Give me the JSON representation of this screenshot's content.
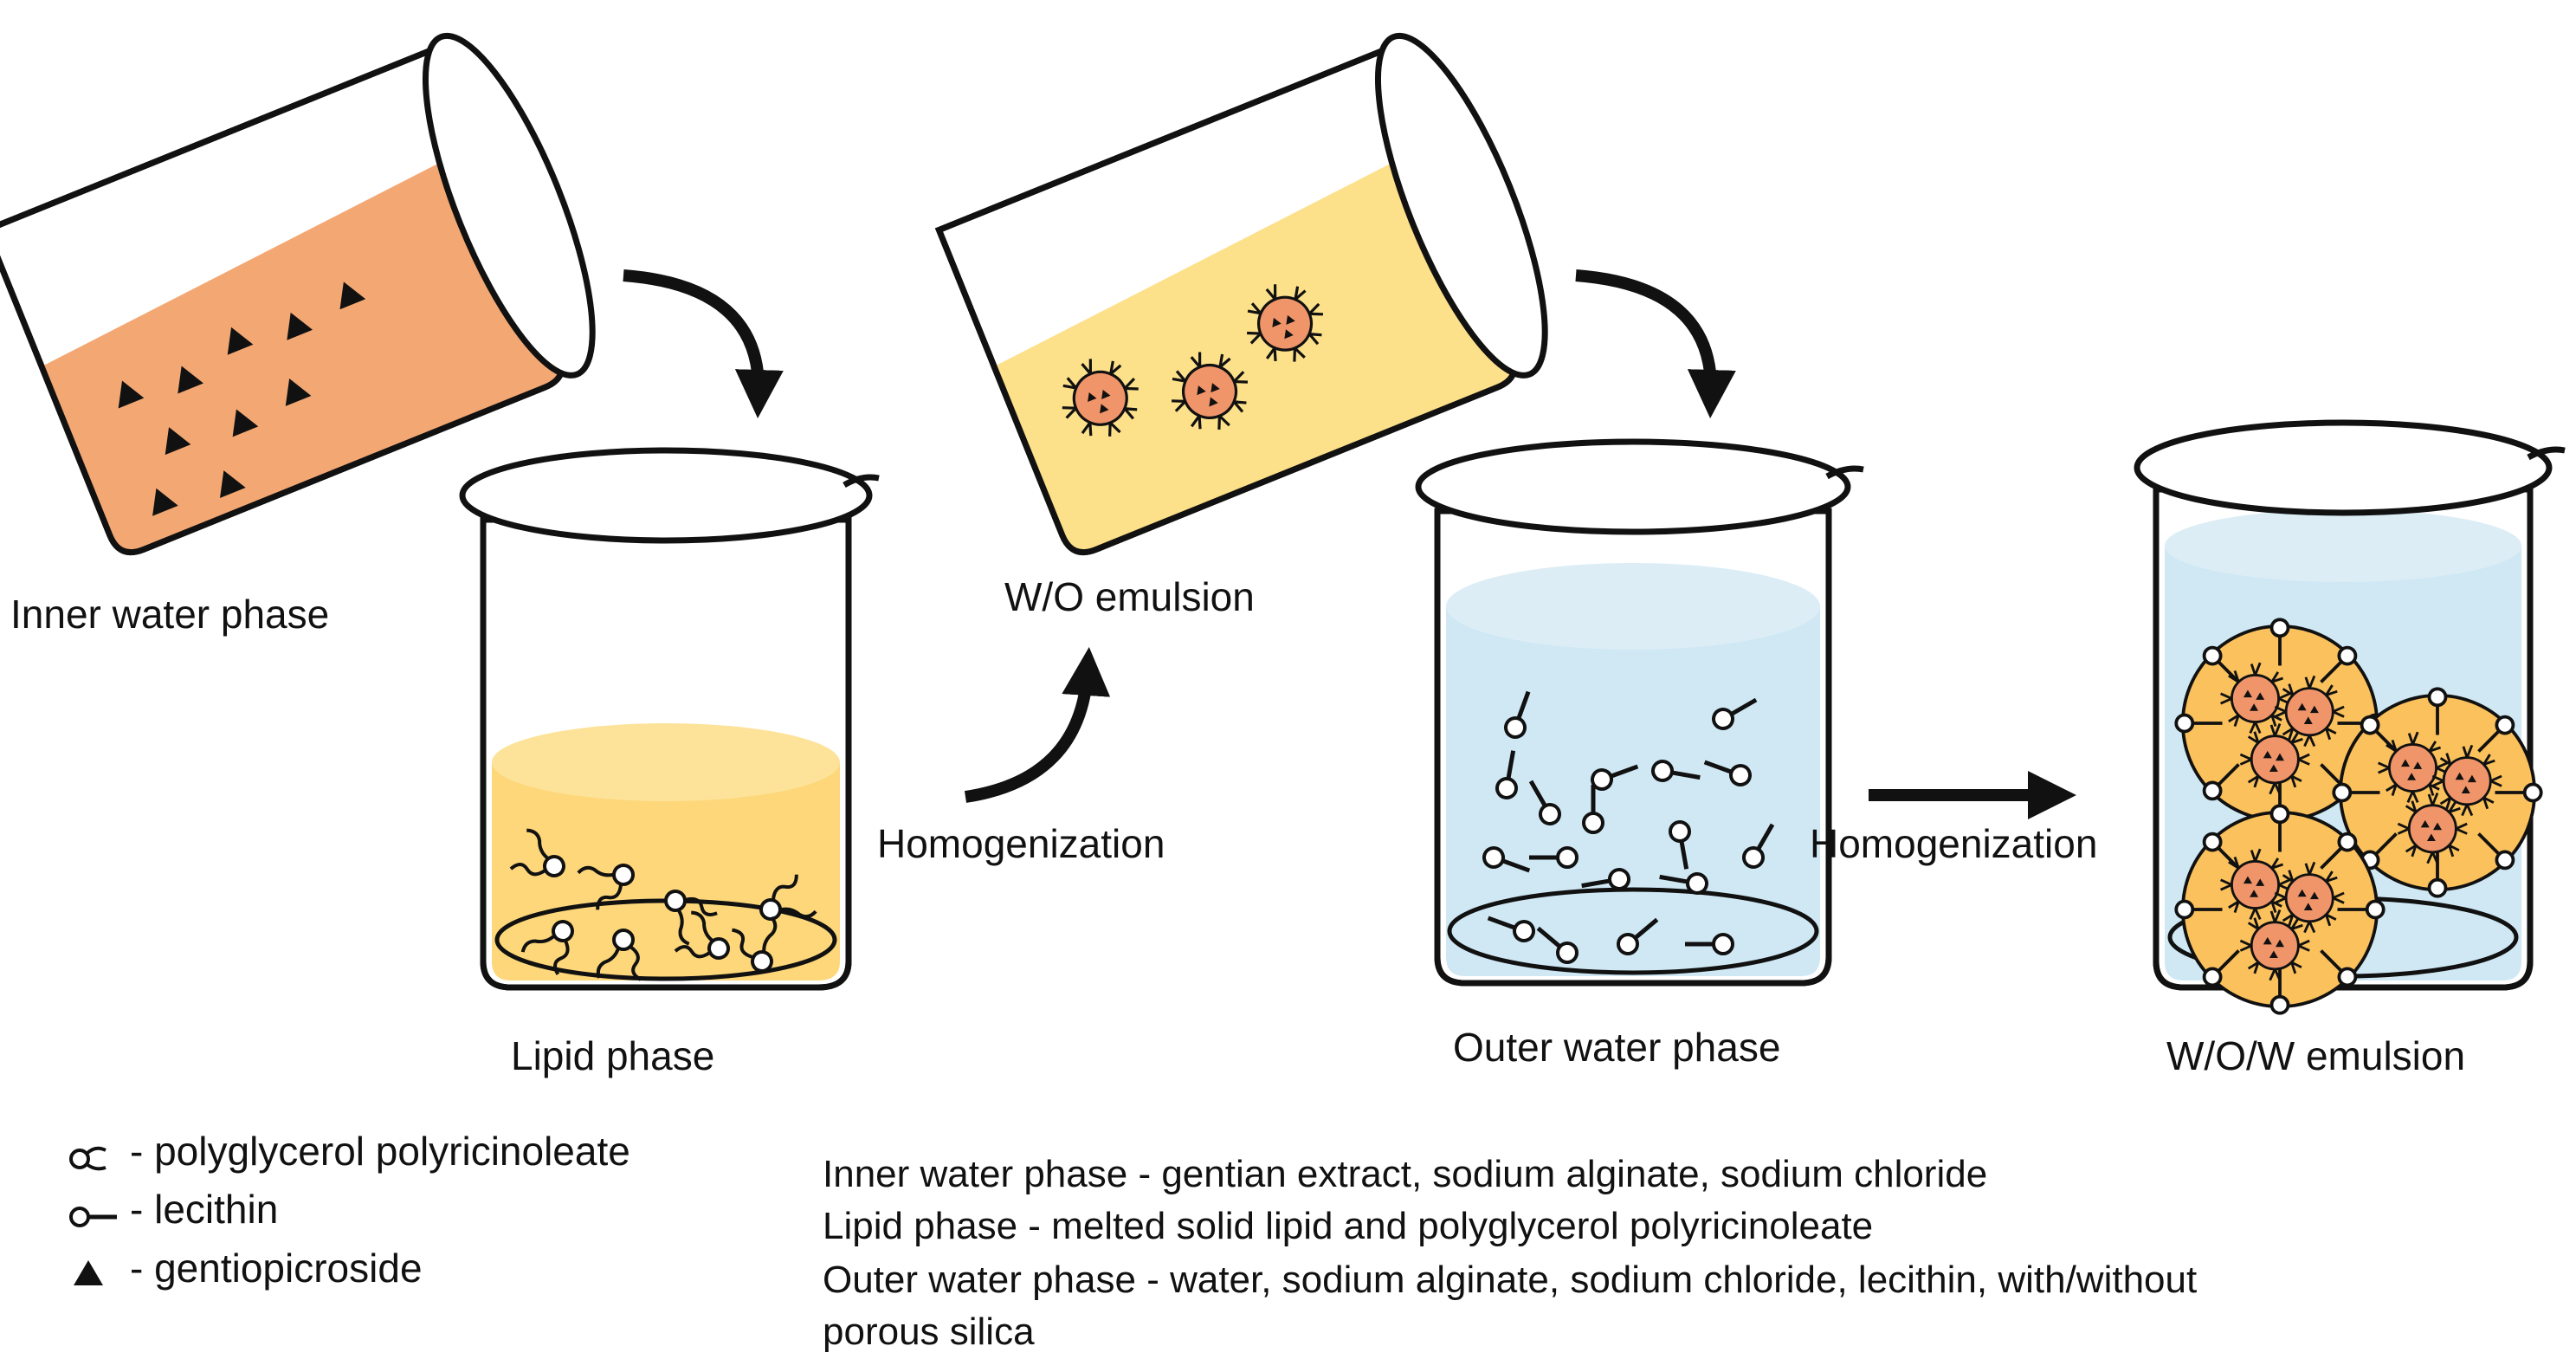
{
  "labels": {
    "inner_water_phase": "Inner water phase",
    "lipid_phase": "Lipid phase",
    "wo_emulsion": "W/O emulsion",
    "outer_water_phase": "Outer water phase",
    "wow_emulsion": "W/O/W emulsion",
    "homogenization_1": "Homogenization",
    "homogenization_2": "Homogenization"
  },
  "legend": [
    {
      "symbol": "polyglycerol-polyricinoleate-icon",
      "text": "- polyglycerol polyricinoleate"
    },
    {
      "symbol": "lecithin-icon",
      "text": "- lecithin"
    },
    {
      "symbol": "gentiopicroside-triangle-icon",
      "text": "- gentiopicroside"
    }
  ],
  "notes": [
    "Inner water phase - gentian extract, sodium alginate, sodium chloride",
    "Lipid phase - melted solid lipid and polyglycerol polyricinoleate",
    "Outer water phase - water, sodium alginate, sodium chloride, lecithin, with/without",
    "porous silica"
  ],
  "colors": {
    "inner_water": "#f3a874",
    "lipid": "#fdd77a",
    "wo_liquid": "#fde08a",
    "outer_water": "#cfe8f4",
    "droplet_core": "#f0956a",
    "outline": "#111111"
  }
}
